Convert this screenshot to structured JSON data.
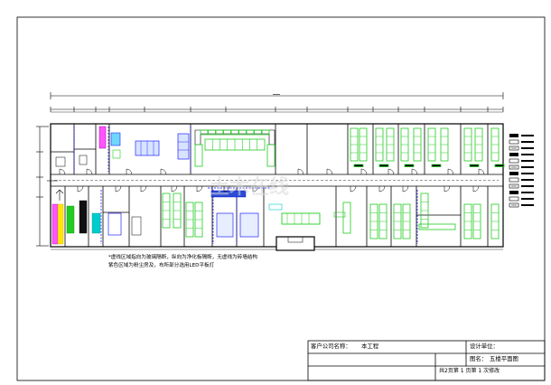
{
  "drawing": {
    "notes": [
      "*虚线区域指向为玻璃隔断，纵向为净化板隔断，无虚线为砖墙结构",
      "紫色区域为粉尘房及，布所部分选用LED平板灯"
    ]
  },
  "title_block": {
    "client_label": "客户公司名称：",
    "client_value": "本工程",
    "designer_label": "设计单位：",
    "drawing_label": "图名：",
    "drawing_value": "五楼平面图",
    "page_info": "共2页第 1  页第 1  次修改"
  },
  "watermark": "土木在线",
  "colors": {
    "wall": "#000000",
    "bench": "#22cc22",
    "glass": "#0000ff",
    "cyan": "#00cccc",
    "magenta": "#ff00ff",
    "yellow": "#ffe800"
  }
}
